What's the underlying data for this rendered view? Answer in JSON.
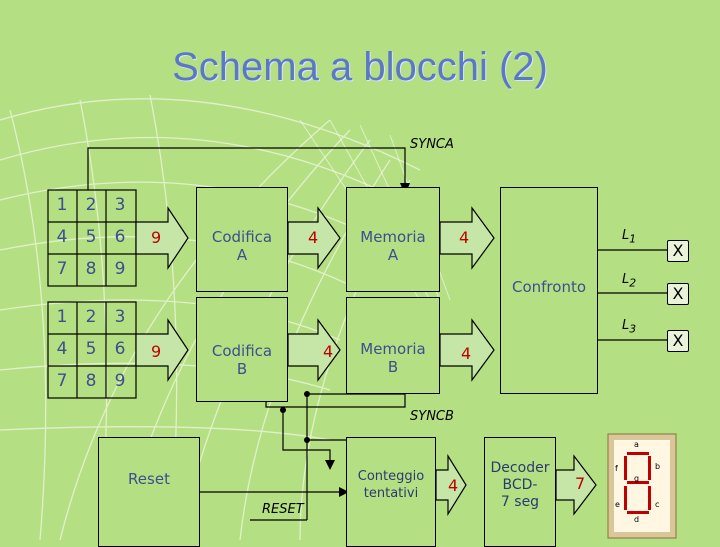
{
  "title": "Schema a blocchi (2)",
  "keypad_a": [
    "1",
    "2",
    "3",
    "4",
    "5",
    "6",
    "7",
    "8",
    "9"
  ],
  "keypad_b": [
    "1",
    "2",
    "3",
    "4",
    "5",
    "6",
    "7",
    "8",
    "9"
  ],
  "bus_a_in": "9",
  "bus_b_in": "9",
  "codifica_a": [
    "Codifica",
    "A"
  ],
  "codifica_b": [
    "Codifica",
    "B"
  ],
  "bus_a_mid": "4",
  "bus_b_mid": "4",
  "memoria_a": [
    "Memoria",
    "A"
  ],
  "memoria_b": [
    "Memoria",
    "B"
  ],
  "bus_a_out": "4",
  "bus_b_out": "4",
  "confronto": "Confronto",
  "outputs": [
    {
      "label": "L",
      "sub": "1",
      "mark": "X"
    },
    {
      "label": "L",
      "sub": "2",
      "mark": "X"
    },
    {
      "label": "L",
      "sub": "3",
      "mark": "X"
    }
  ],
  "sync_a": "SYNCA",
  "sync_b": "SYNCB",
  "reset_block": "Reset",
  "reset_signal": "RESET",
  "conteggio": [
    "Conteggio",
    "tentativi"
  ],
  "bus_count": "4",
  "decoder": [
    "Decoder",
    "BCD-",
    "7 seg"
  ],
  "bus_seg": "7",
  "segments": [
    "a",
    "b",
    "c",
    "d",
    "e",
    "f",
    "g"
  ],
  "colors": {
    "background": "#b5df83",
    "title": "#5a78c4",
    "text": "#3c4f8f",
    "accent": "#c00000"
  }
}
